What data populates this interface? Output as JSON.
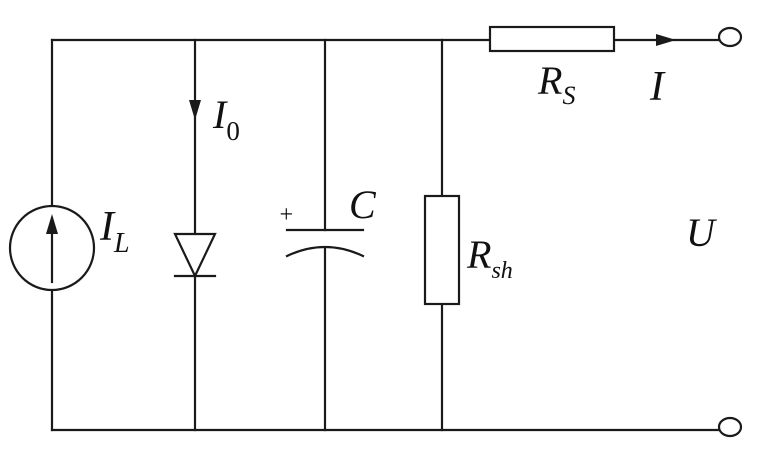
{
  "diagram": {
    "current_source_label": "I",
    "current_source_subscript": "L",
    "diode_current_label": "I",
    "diode_current_subscript": "0",
    "capacitor_polarity": "+",
    "capacitor_label": "C",
    "shunt_resistor_label": "R",
    "shunt_resistor_subscript": "sh",
    "series_resistor_label": "R",
    "series_resistor_subscript": "S",
    "output_current_label": "I",
    "output_voltage_label": "U"
  },
  "colors": {
    "line": "#1a1a1a",
    "background": "#ffffff"
  }
}
